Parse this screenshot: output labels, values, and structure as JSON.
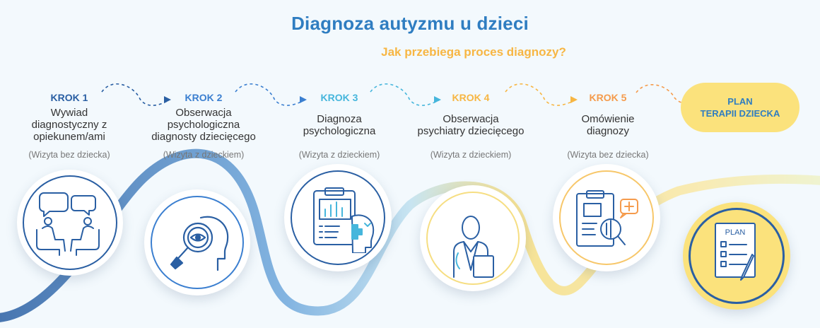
{
  "title": "Diagnoza autyzmu u dzieci",
  "subtitle": "Jak przebiega proces diagnozy?",
  "colors": {
    "blue": "#2f7dc1",
    "dark_blue": "#2a5fa3",
    "light_blue": "#46b6dc",
    "yellow": "#f7b643",
    "orange": "#f59b4c",
    "pale_yellow": "#fbe27c"
  },
  "steps": [
    {
      "krok": "KROK 1",
      "title": "Wywiad\ndiagnostyczny z\nopiekunem/ami",
      "visit": "(Wizyta bez dziecka)",
      "color": "#2a5fa3",
      "icon": "parent-interview-icon"
    },
    {
      "krok": "KROK 2",
      "title": "Obserwacja\npsychologiczna\ndiagnosty dziecięcego",
      "visit": "(Wizyta z dzieckiem)",
      "color": "#3b7fd0",
      "icon": "psychological-observation-icon"
    },
    {
      "krok": "KROK 3",
      "title": "Diagnoza\npsychologiczna",
      "visit": "(Wizyta z dzieckiem)",
      "color": "#46b6dc",
      "icon": "psychological-diagnosis-report-icon"
    },
    {
      "krok": "KROK 4",
      "title": "Obserwacja\npsychiatry dziecięcego",
      "visit": "(Wizyta z dzieckiem)",
      "color": "#f7b643",
      "icon": "psychiatrist-icon"
    },
    {
      "krok": "KROK 5",
      "title": "Omówienie\ndiagnozy",
      "visit": "(Wizyta bez dziecka)",
      "color": "#f59b4c",
      "icon": "diagnosis-review-icon"
    }
  ],
  "plan": {
    "label": "PLAN\nTERAPII DZIECKA",
    "icon_text": "PLAN",
    "icon": "therapy-plan-icon"
  }
}
